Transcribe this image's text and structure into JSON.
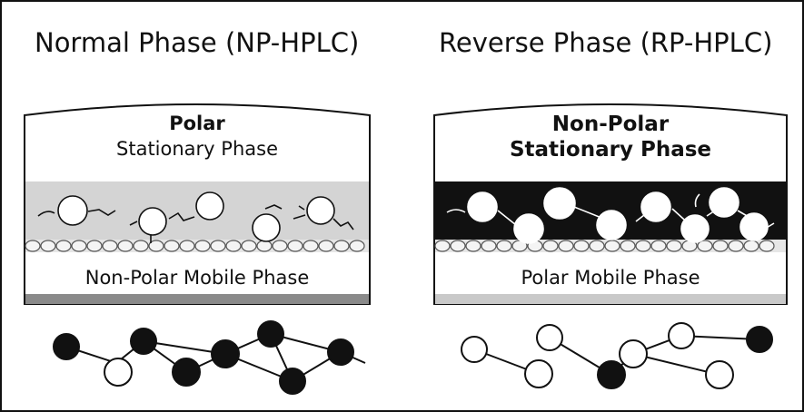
{
  "normal_phase": {
    "title": "Normal Phase (NP-HPLC)",
    "stationary_line1": "Polar",
    "stationary_line2": "Stationary Phase",
    "mobile_label": "Non-Polar Mobile Phase"
  },
  "reverse_phase": {
    "title": "Reverse Phase (RP-HPLC)",
    "stationary_line1": "Non-Polar",
    "stationary_line2": "Stationary Phase",
    "mobile_label": "Polar Mobile Phase"
  },
  "colors": {
    "normal_stationary_band": "#d4d4d4",
    "reverse_stationary_band": "#111111",
    "normal_bottom_bar": "#8a8a8a",
    "reverse_bottom_bar": "#c9c9c9",
    "outline": "#111111"
  }
}
